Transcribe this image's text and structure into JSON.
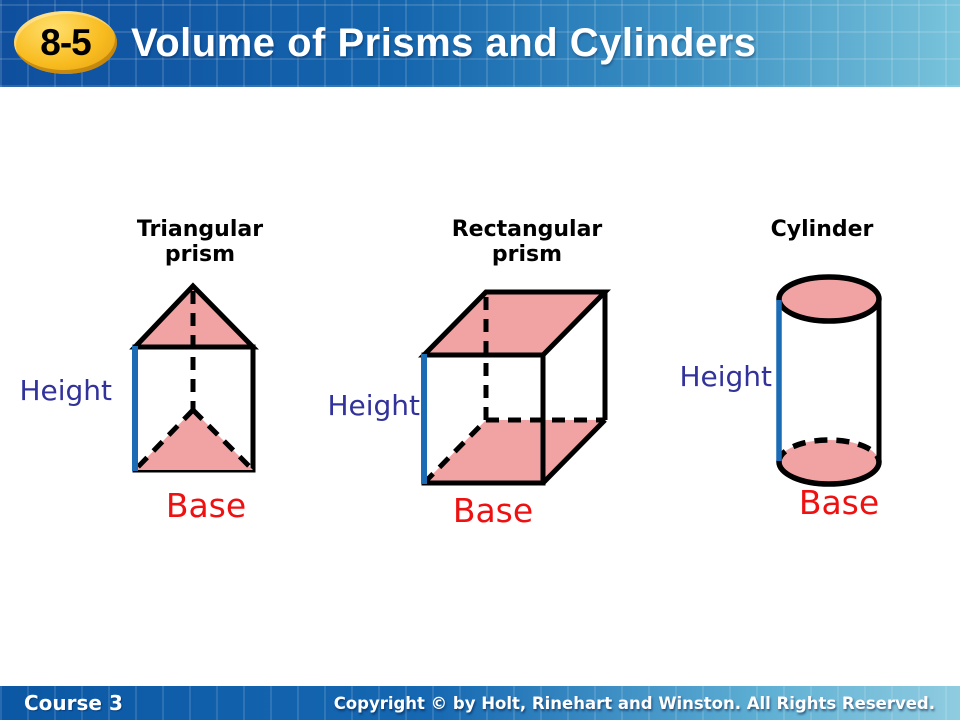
{
  "header": {
    "lesson_number": "8-5",
    "title": "Volume of Prisms and Cylinders"
  },
  "figures": {
    "triangular_prism": {
      "name_line1": "Triangular",
      "name_line2": "prism",
      "height_label": "Height",
      "base_label": "Base"
    },
    "rectangular_prism": {
      "name_line1": "Rectangular",
      "name_line2": "prism",
      "height_label": "Height",
      "base_label": "Base"
    },
    "cylinder": {
      "name_line1": "Cylinder",
      "name_line2": "",
      "height_label": "Height",
      "base_label": "Base"
    }
  },
  "footer": {
    "course_label": "Course 3",
    "copyright_text": "Copyright © by Holt, Rinehart and Winston. All Rights Reserved."
  },
  "colors": {
    "header_blue_dark": "#0f4f9e",
    "header_blue_light": "#79c3db",
    "badge_gold": "#f8bc20",
    "face_pink": "#f1a3a4",
    "outline_black": "#000000",
    "height_line_blue": "#1b6cb5",
    "height_text_color": "#32329b",
    "base_text_color": "#ee1111"
  }
}
